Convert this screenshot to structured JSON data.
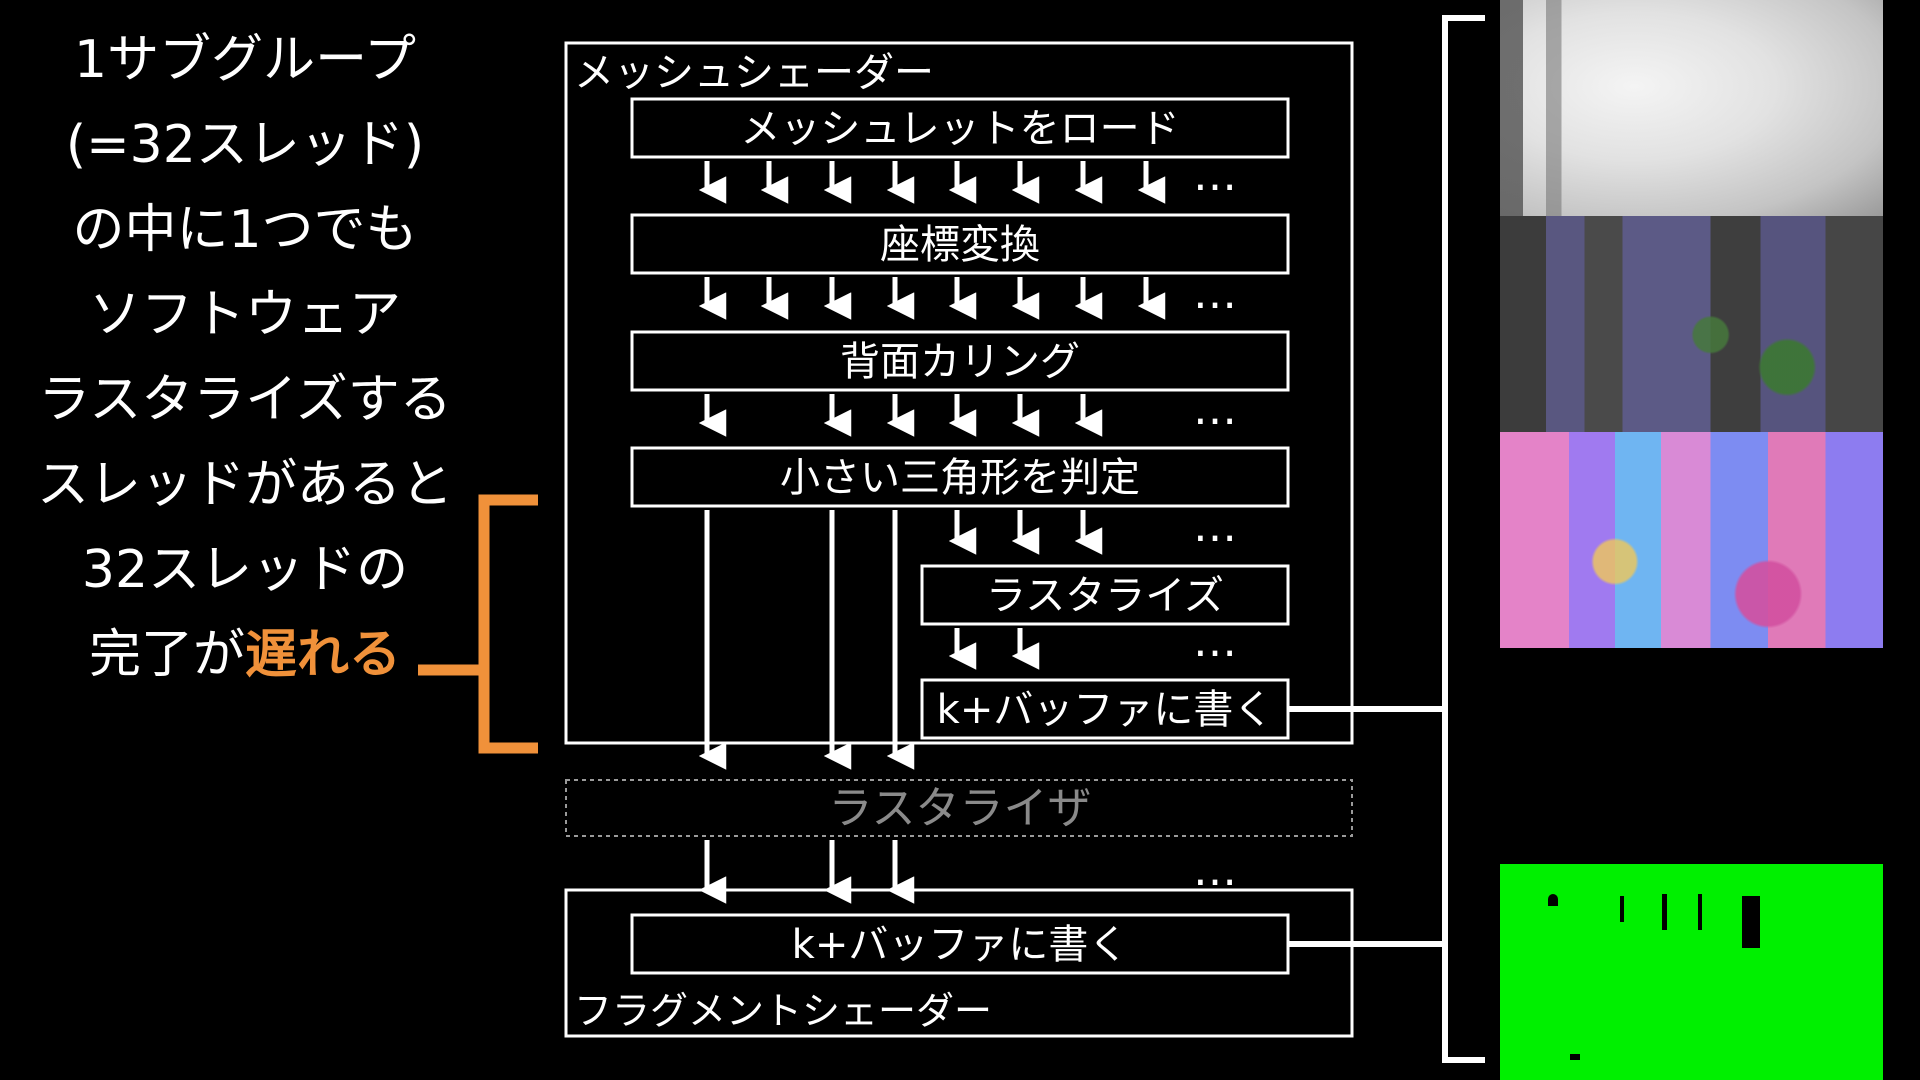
{
  "left_panel": {
    "lines": [
      "1サブグループ",
      "(=32スレッド)",
      "の中に1つでも",
      "ソフトウェア",
      "ラスタライズする",
      "スレッドがあると",
      "32スレッドの"
    ],
    "last_line_prefix": "完了が",
    "last_line_highlight": "遅れる"
  },
  "mesh_shader": {
    "title": "メッシュシェーダー",
    "steps": [
      "メッシュレットをロード",
      "座標変換",
      "背面カリング",
      "小さい三角形を判定"
    ],
    "sub_steps": [
      "ラスタライズ",
      "k+バッファに書く"
    ]
  },
  "rasterizer": {
    "label": "ラスタライザ"
  },
  "fragment_shader": {
    "title": "フラグメントシェーダー",
    "step": "k+バッファに書く"
  },
  "ellipsis": "…",
  "colors": {
    "accent": "#f0913a",
    "line": "#ffffff",
    "dashed": "#9a9a9a",
    "background": "#000000",
    "green_buffer": "#00f000"
  }
}
